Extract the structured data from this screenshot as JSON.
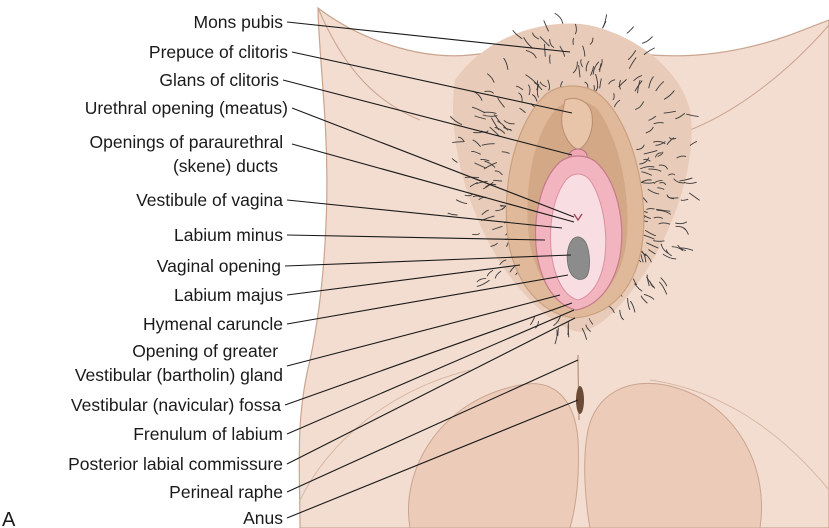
{
  "figure": {
    "panel_letter": "A",
    "labels": [
      {
        "id": "mons-pubis",
        "lines": [
          "Mons pubis"
        ]
      },
      {
        "id": "prepuce-of-clitoris",
        "lines": [
          "Prepuce of clitoris"
        ]
      },
      {
        "id": "glans-of-clitoris",
        "lines": [
          "Glans of clitoris"
        ]
      },
      {
        "id": "urethral-opening",
        "lines": [
          "Urethral opening (meatus)"
        ]
      },
      {
        "id": "paraurethral-ducts",
        "lines": [
          "Openings of paraurethral",
          "(skene) ducts"
        ]
      },
      {
        "id": "vestibule-of-vagina",
        "lines": [
          "Vestibule of vagina"
        ]
      },
      {
        "id": "labium-minus",
        "lines": [
          "Labium minus"
        ]
      },
      {
        "id": "vaginal-opening",
        "lines": [
          "Vaginal opening"
        ]
      },
      {
        "id": "labium-majus",
        "lines": [
          "Labium majus"
        ]
      },
      {
        "id": "hymenal-caruncle",
        "lines": [
          "Hymenal caruncle"
        ]
      },
      {
        "id": "greater-vestibular-gland",
        "lines": [
          "Opening of greater",
          "Vestibular (bartholin) gland"
        ]
      },
      {
        "id": "navicular-fossa",
        "lines": [
          "Vestibular (navicular) fossa"
        ]
      },
      {
        "id": "frenulum-of-labium",
        "lines": [
          "Frenulum of labium"
        ]
      },
      {
        "id": "posterior-labial-commissure",
        "lines": [
          "Posterior labial commissure"
        ]
      },
      {
        "id": "perineal-raphe",
        "lines": [
          "Perineal raphe"
        ]
      },
      {
        "id": "anus",
        "lines": [
          "Anus"
        ]
      }
    ],
    "colors": {
      "skin": "#f3ddd0",
      "skin_outline": "#c9a48f",
      "labia_majora": "#e0b99a",
      "labia_shadow": "#caa07f",
      "labia_minora": "#f2b5bf",
      "labia_minora_inner": "#e88a9c",
      "vestibule": "#f8dde2",
      "opening": "#8c8c8c",
      "anus": "#6b4a36"
    }
  }
}
